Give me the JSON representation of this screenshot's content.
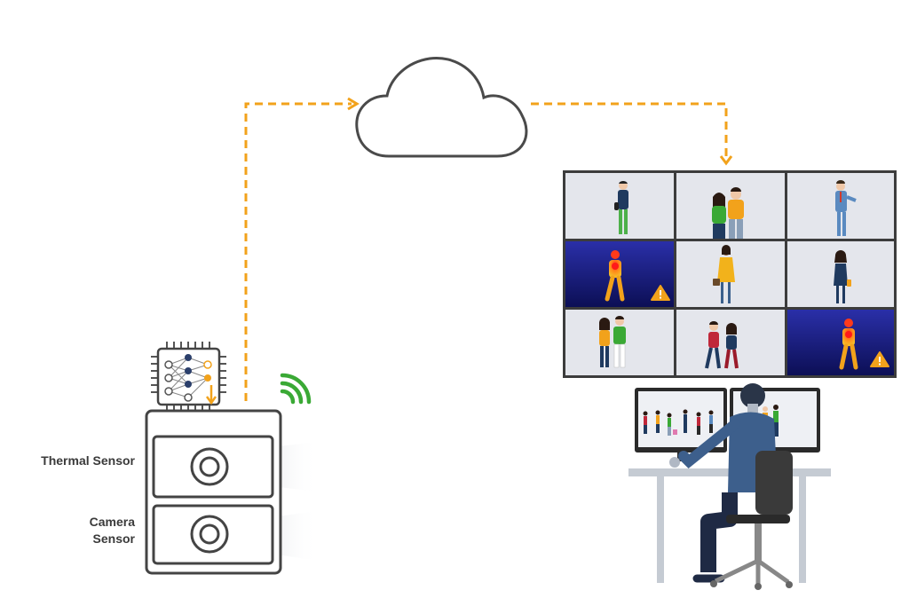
{
  "labels": {
    "thermal_sensor": "Thermal Sensor",
    "camera_sensor_line1": "Camera",
    "camera_sensor_line2": "Sensor"
  },
  "icons": [
    "cloud-icon",
    "neural-network-chip-icon",
    "wireless-signal-icon",
    "warning-icon",
    "operator-figure"
  ],
  "colors": {
    "accent_orange": "#f2a21b",
    "outline_dark": "#444444",
    "wifi_green": "#3aa935",
    "thermal_blue": "#1a1f8f",
    "tile_bg": "#e4e6ec",
    "operator_shirt": "#3d5f8c"
  },
  "video_wall": {
    "rows": 3,
    "cols": 3,
    "thermal_alert_tiles": [
      "row2-col1",
      "row3-col3"
    ]
  }
}
